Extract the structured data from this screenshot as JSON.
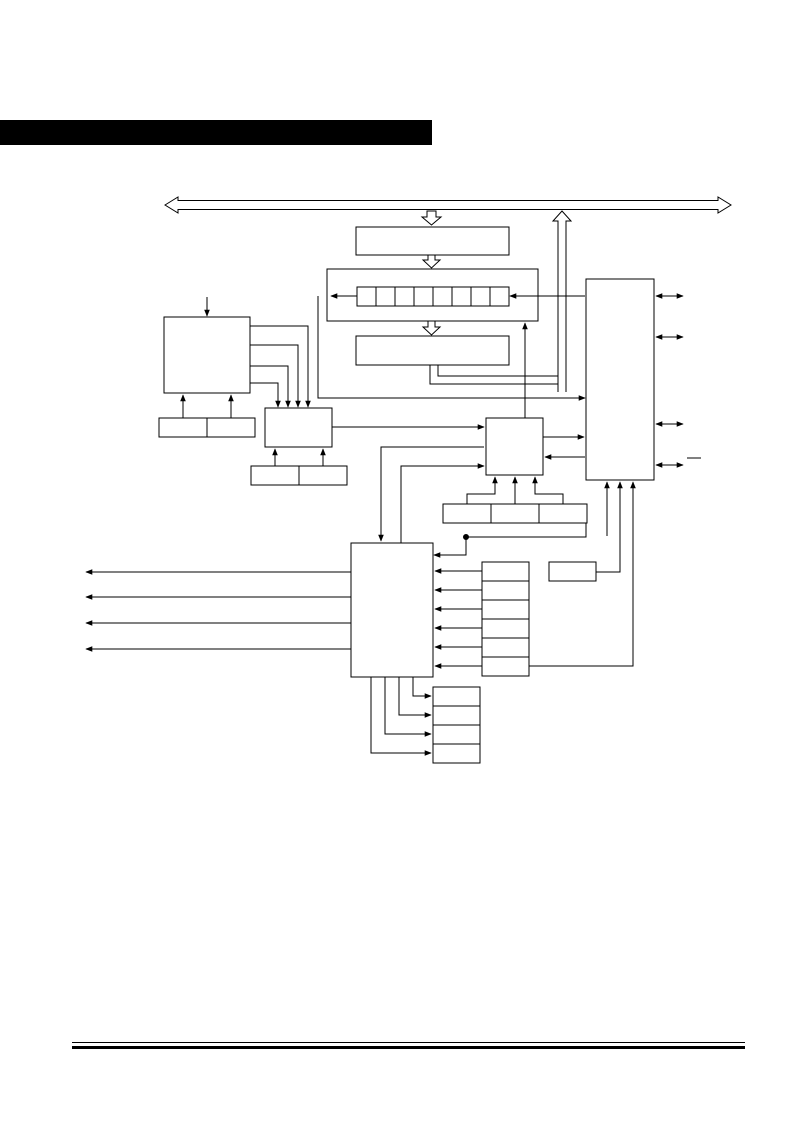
{
  "colors": {
    "background": "#ffffff",
    "ink": "#000000",
    "header_bar": "#000000"
  },
  "diagram": {
    "blocks": [
      "top-register",
      "shift-register",
      "bottom-register",
      "left-block",
      "mux-block",
      "control-block",
      "io-block",
      "lower-central-block",
      "standalone-block"
    ],
    "shift_register_cells": 8
  }
}
